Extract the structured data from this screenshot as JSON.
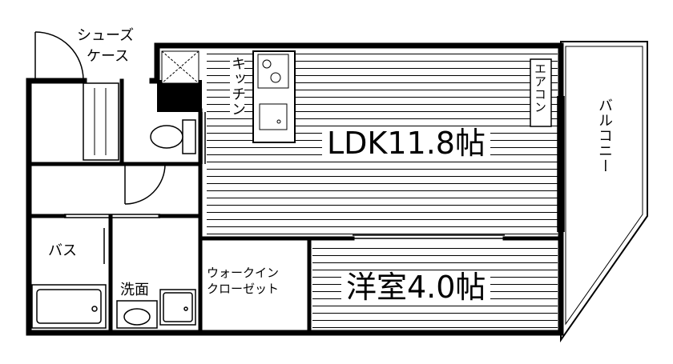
{
  "rooms": {
    "ldk": "LDK11.8帖",
    "western": "洋室4.0帖",
    "bath": "バス",
    "washroom": "洗面",
    "walk_in_closet_line1": "ウォークイン",
    "walk_in_closet_line2": "クローゼット"
  },
  "fixtures": {
    "kitchen": "キッチン",
    "shoe_case_line1": "シューズ",
    "shoe_case_line2": "ケース",
    "air_conditioner": "エアコン",
    "balcony": "バルコニー"
  }
}
